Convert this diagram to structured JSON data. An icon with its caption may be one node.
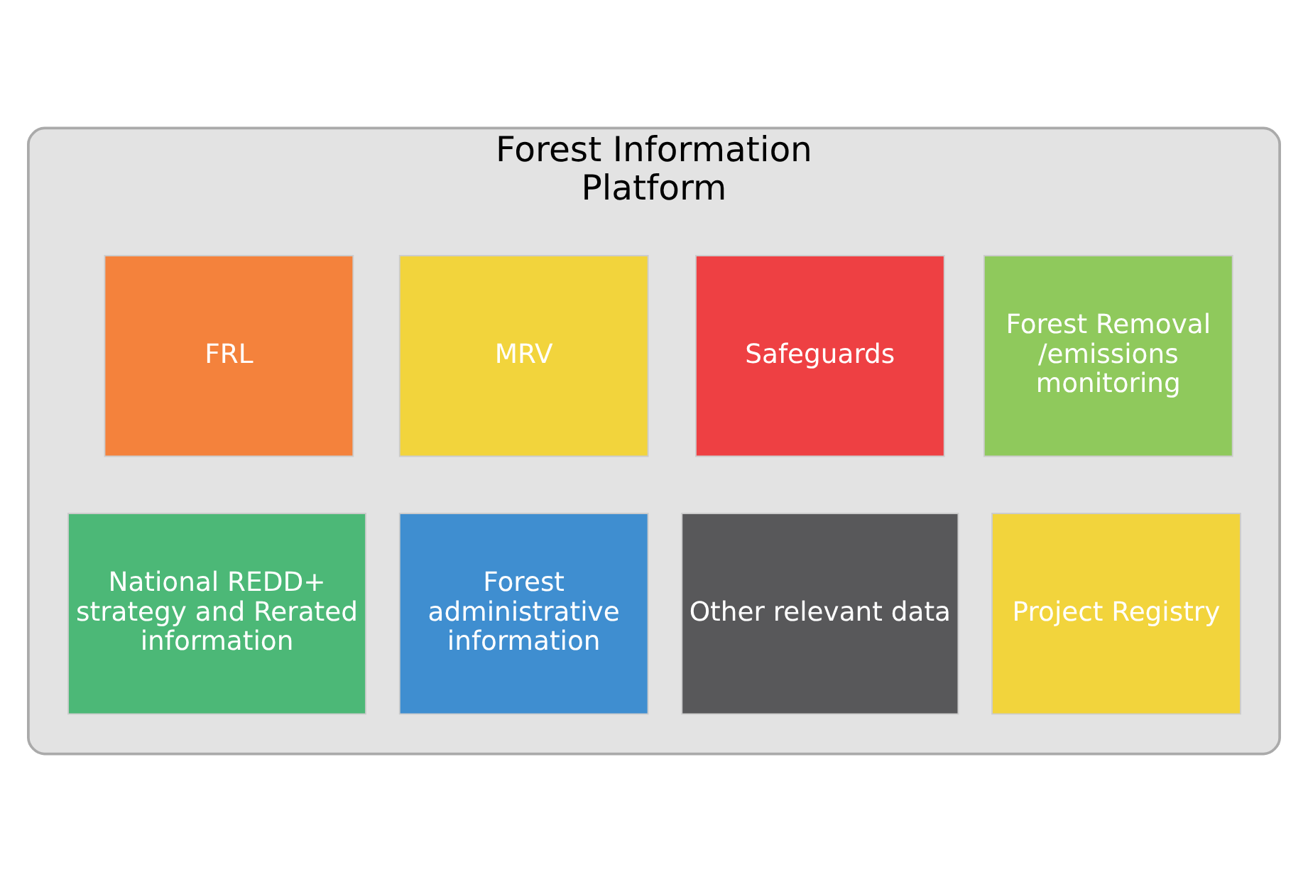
{
  "diagram": {
    "nodes": [
      {
        "text": [
          "Forest Information Platform"
        ]
      },
      {
        "text": [
          "FRL"
        ],
        "in": 0
      },
      {
        "text": [
          "MRV"
        ],
        "in": 0
      },
      {
        "text": [
          "Safeguards"
        ],
        "in": 0
      },
      {
        "text": [
          "Forest Removal /emissions monitoring"
        ],
        "in": 0
      },
      {
        "text": [
          "National REDD+ strategy and Rerated information"
        ],
        "in": 0
      },
      {
        "text": [
          "Forest administrative information"
        ],
        "in": 0
      },
      {
        "text": [
          "Other relevant data"
        ],
        "in": 0
      },
      {
        "text": [
          "Project Registry"
        ],
        "in": 0
      }
    ],
    "edges": []
  }
}
